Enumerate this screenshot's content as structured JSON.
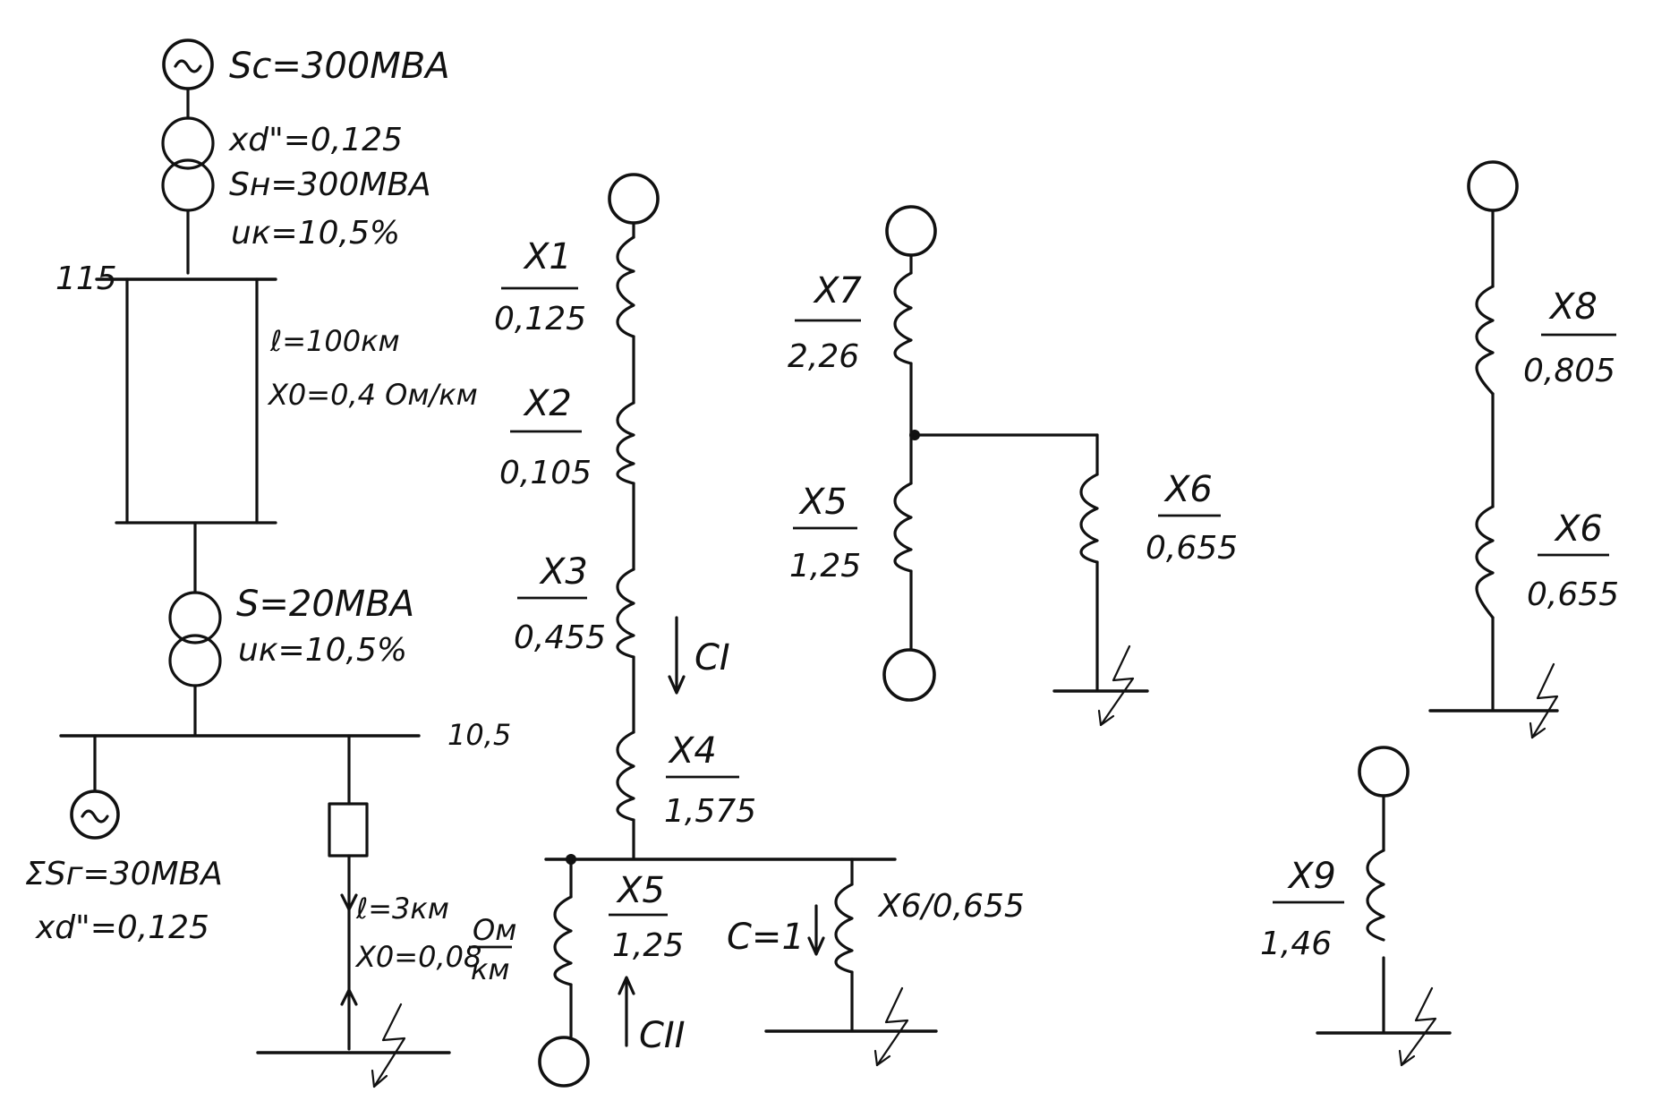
{
  "scheme": {
    "system": {
      "power": "Sc=300MBA",
      "xd": "xd\"=0,125",
      "sn": "Sн=300MBA",
      "uk": "uк=10,5%"
    },
    "bus_hv": "115",
    "line1": {
      "length": "ℓ=100км",
      "x0": "X0=0,4 Ом/км"
    },
    "transformer2": {
      "power": "S=20MBA",
      "uk": "uк=10,5%"
    },
    "bus_lv": "10,5",
    "generators": {
      "power": "ΣSг=30MBA",
      "xd": "xd\"=0,125"
    },
    "cable": {
      "length": "ℓ=3км",
      "x0_prefix": "X0=0,08",
      "x0_num": "Ом",
      "x0_den": "км"
    }
  },
  "equivalent1": {
    "x1": {
      "name": "X1",
      "value": "0,125"
    },
    "x2": {
      "name": "X2",
      "value": "0,105"
    },
    "x3": {
      "name": "X3",
      "value": "0,455"
    },
    "x4": {
      "name": "X4",
      "value": "1,575"
    },
    "x5": {
      "name": "X5",
      "value": "1,25"
    },
    "x6": {
      "label": "X6/0,655"
    },
    "c1": "CI",
    "c2": "CII",
    "c": "C=1"
  },
  "equivalent2": {
    "x7": {
      "name": "X7",
      "value": "2,26"
    },
    "x5": {
      "name": "X5",
      "value": "1,25"
    },
    "x6": {
      "name": "X6",
      "value": "0,655"
    }
  },
  "equivalent3": {
    "x8": {
      "name": "X8",
      "value": "0,805"
    },
    "x6": {
      "name": "X6",
      "value": "0,655"
    }
  },
  "equivalent4": {
    "x9": {
      "name": "X9",
      "value": "1,46"
    }
  }
}
